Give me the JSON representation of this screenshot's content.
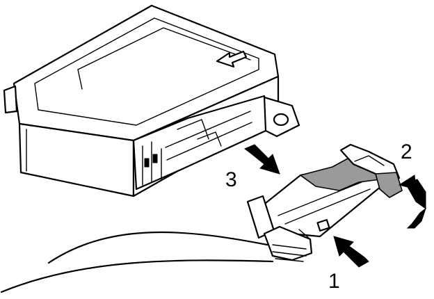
{
  "diagram": {
    "callouts": [
      {
        "id": "1",
        "label": "1"
      },
      {
        "id": "2",
        "label": "2"
      },
      {
        "id": "3",
        "label": "3"
      }
    ],
    "icons": [
      "direction-arrow-icon",
      "push-arrow-icon",
      "rotate-arrow-icon",
      "pull-arrow-icon"
    ],
    "colors": {
      "line": "#000000",
      "background": "#ffffff",
      "shading": "#9a9a9a"
    }
  }
}
